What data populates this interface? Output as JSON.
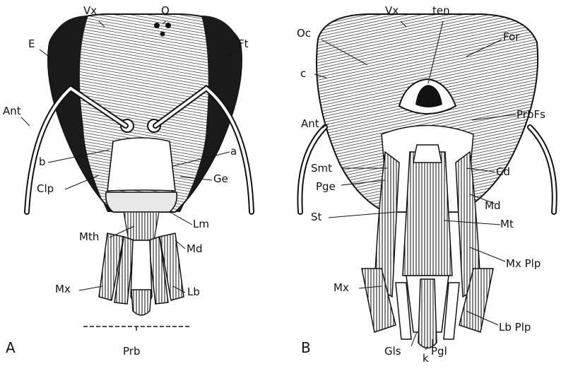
{
  "panels": [
    {
      "id": "A",
      "letter": "A"
    },
    {
      "id": "B",
      "letter": "B"
    }
  ],
  "labels_a": {
    "vx": "Vx",
    "o": "O",
    "e": "E",
    "ft": "Ft",
    "ant": "Ant",
    "b": "b",
    "a": "a",
    "clp": "Clp",
    "ge": "Ge",
    "mth": "Mth",
    "lm": "Lm",
    "md": "Md",
    "mx": "Mx",
    "lb": "Lb",
    "prb": "Prb"
  },
  "labels_b": {
    "vx": "Vx",
    "ten": "ten",
    "oc": "Oc",
    "for": "For",
    "c": "c",
    "ant": "Ant",
    "prbfs": "PrbFs",
    "smt": "Smt",
    "cd": "Cd",
    "pge": "Pge",
    "md": "Md",
    "st": "St",
    "mt": "Mt",
    "mxplp": "Mx Plp",
    "mx": "Mx",
    "lbplp": "Lb Plp",
    "gls": "Gls",
    "k": "k",
    "pgl": "Pgl"
  },
  "colors": {
    "ink": "#111111",
    "paper": "#ffffff",
    "shade": "#2a2a2a"
  }
}
